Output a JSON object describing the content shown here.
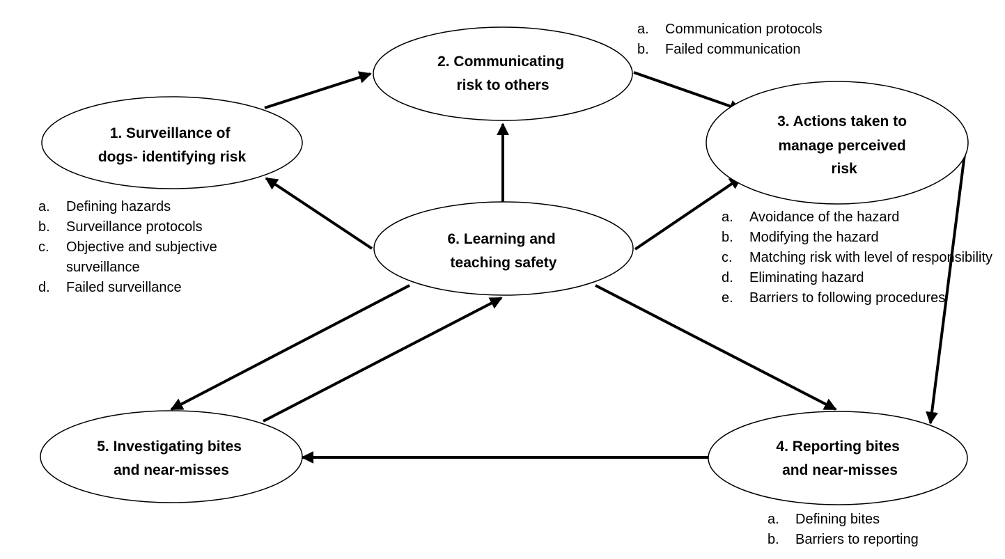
{
  "nodes": [
    {
      "id": "surveillance",
      "lines": [
        "1. Surveillance of",
        "dogs- identifying risk"
      ]
    },
    {
      "id": "communicating",
      "lines": [
        "2. Communicating",
        "risk to others"
      ]
    },
    {
      "id": "actions",
      "lines": [
        "3. Actions taken to",
        "manage perceived",
        "risk"
      ]
    },
    {
      "id": "reporting",
      "lines": [
        "4. Reporting bites",
        "and near-misses"
      ]
    },
    {
      "id": "investigating",
      "lines": [
        "5. Investigating bites",
        "and near-misses"
      ]
    },
    {
      "id": "learning",
      "lines": [
        "6. Learning and",
        "teaching safety"
      ]
    }
  ],
  "lists": {
    "communicating": [
      {
        "letter": "a.",
        "text": "Communication protocols"
      },
      {
        "letter": "b.",
        "text": "Failed communication"
      }
    ],
    "surveillance": [
      {
        "letter": "a.",
        "text": "Defining hazards"
      },
      {
        "letter": "b.",
        "text": "Surveillance protocols"
      },
      {
        "letter": "c.",
        "text": "Objective and subjective surveillance"
      },
      {
        "letter": "d.",
        "text": "Failed surveillance"
      }
    ],
    "actions": [
      {
        "letter": "a.",
        "text": "Avoidance of the hazard"
      },
      {
        "letter": "b.",
        "text": "Modifying the hazard"
      },
      {
        "letter": "c.",
        "text": "Matching risk with level of responsibility"
      },
      {
        "letter": "d.",
        "text": "Eliminating hazard"
      },
      {
        "letter": "e.",
        "text": "Barriers to following procedures"
      }
    ],
    "reporting": [
      {
        "letter": "a.",
        "text": "Defining bites"
      },
      {
        "letter": "b.",
        "text": "Barriers to reporting"
      }
    ]
  },
  "colors": {
    "stroke": "#000000",
    "fill": "#ffffff"
  }
}
